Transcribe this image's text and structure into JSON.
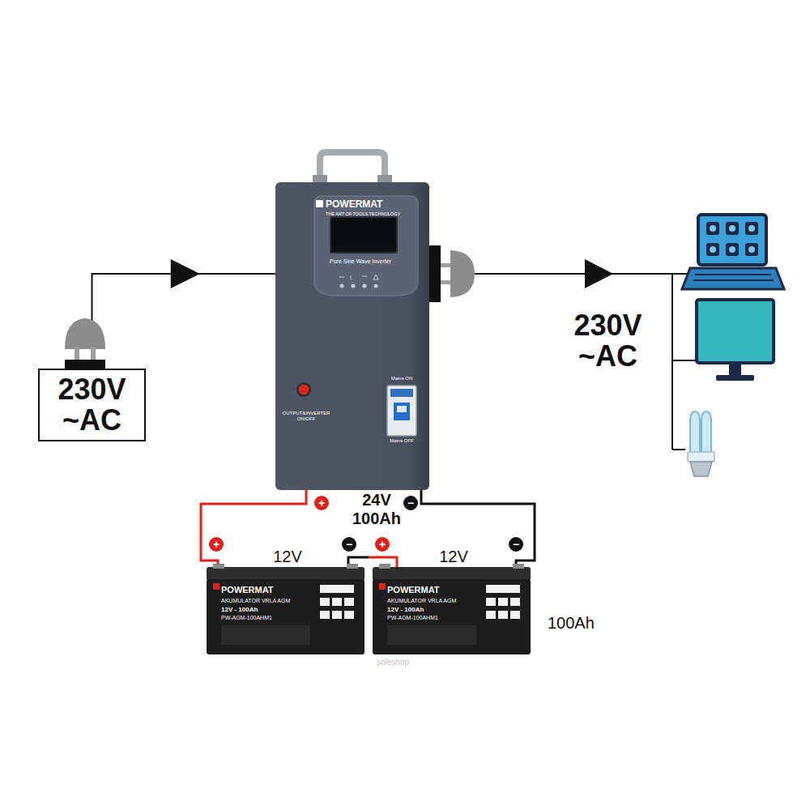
{
  "diagram": {
    "nodes": [
      {
        "text": [
          "230V ~AC"
        ]
      },
      {
        "text": [
          "POWERMAT",
          "THE ART OF TOOLS TECHNOLOGY",
          "Pure Sine Wave Inverter",
          "OUTPUT&INVERTER ON/OFF",
          "Mains ON",
          "Mains OFF"
        ]
      },
      {
        "text": [
          "12V",
          "POWERMAT",
          "AKUMULATOR VRLA AGM",
          "12V - 100Ah",
          "PW-AGM-100AHM1"
        ]
      },
      {
        "text": [
          "12V",
          "POWERMAT",
          "AKUMULATOR VRLA AGM",
          "12V - 100Ah",
          "PW-AGM-100AHM1"
        ]
      }
    ],
    "edges": [
      {
        "from": 0,
        "to": 1,
        "arrow": "to"
      },
      {
        "from": 1,
        "to": 2,
        "arrow": "none"
      },
      {
        "from": 2,
        "to": 3,
        "arrow": "none"
      },
      {
        "from": 3,
        "to": 1,
        "arrow": "none"
      }
    ],
    "labels": [
      "230V ~AC",
      "+",
      "−",
      "24V 100Ah",
      "+",
      "−",
      "+",
      "−",
      "100Ah",
      "soleshop"
    ]
  }
}
